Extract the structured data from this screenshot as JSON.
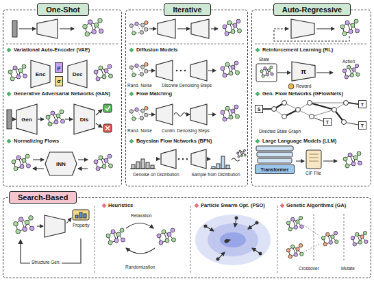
{
  "diagram": {
    "nodes": [
      {
        "text": [
          "One-Shot"
        ]
      },
      {
        "text": [
          "Enc"
        ],
        "in": 0
      },
      {
        "text": [
          "μ"
        ],
        "in": 0
      },
      {
        "text": [
          "σ"
        ],
        "in": 0
      },
      {
        "text": [
          "Dec"
        ],
        "in": 0
      },
      {
        "text": [
          "Gen"
        ],
        "in": 0
      },
      {
        "text": [
          "Dis"
        ],
        "in": 0
      },
      {
        "text": [
          "INN"
        ],
        "in": 0
      },
      {
        "text": [
          "Iterative"
        ]
      },
      {
        "text": [
          "Auto-Regressive"
        ]
      },
      {
        "text": [
          "π"
        ],
        "in": 9
      },
      {
        "text": [
          "S"
        ],
        "in": 9
      },
      {
        "text": [
          "T"
        ],
        "in": 9
      },
      {
        "text": [
          "T"
        ],
        "in": 9
      },
      {
        "text": [
          "T"
        ],
        "in": 9
      },
      {
        "text": [
          "Transformer"
        ],
        "in": 9
      },
      {
        "text": [
          "Search-Based"
        ]
      }
    ],
    "labels": [
      "Variational Auto-Encoder (VAE)",
      "Generative Adversarial Networks (GAN)",
      "Normalizing Flows",
      "Diffusion Models",
      "Rand. Noise",
      "Discrete Denoising Steps",
      "Flow Matching",
      "Rand. Noise",
      "Contin. Denoising Steps",
      "Bayesian Flow Networks (BFN)",
      "Denoise on Distribution",
      "Sample from Distribution",
      "Reinforcement Learning (RL)",
      "State",
      "Reward",
      "Action",
      "Gen. Flow Networks (GFlowNets)",
      "Directed State Graph",
      "Large Language Models (LLM)",
      "CIF File",
      "Property",
      "Structure Gen.",
      "Heuristics",
      "Relaxation",
      "Randomization",
      "Particle Swarm Opt. (PSO)",
      "Genetic Algorithms (GA)",
      "Crossover",
      "Mutate"
    ]
  }
}
